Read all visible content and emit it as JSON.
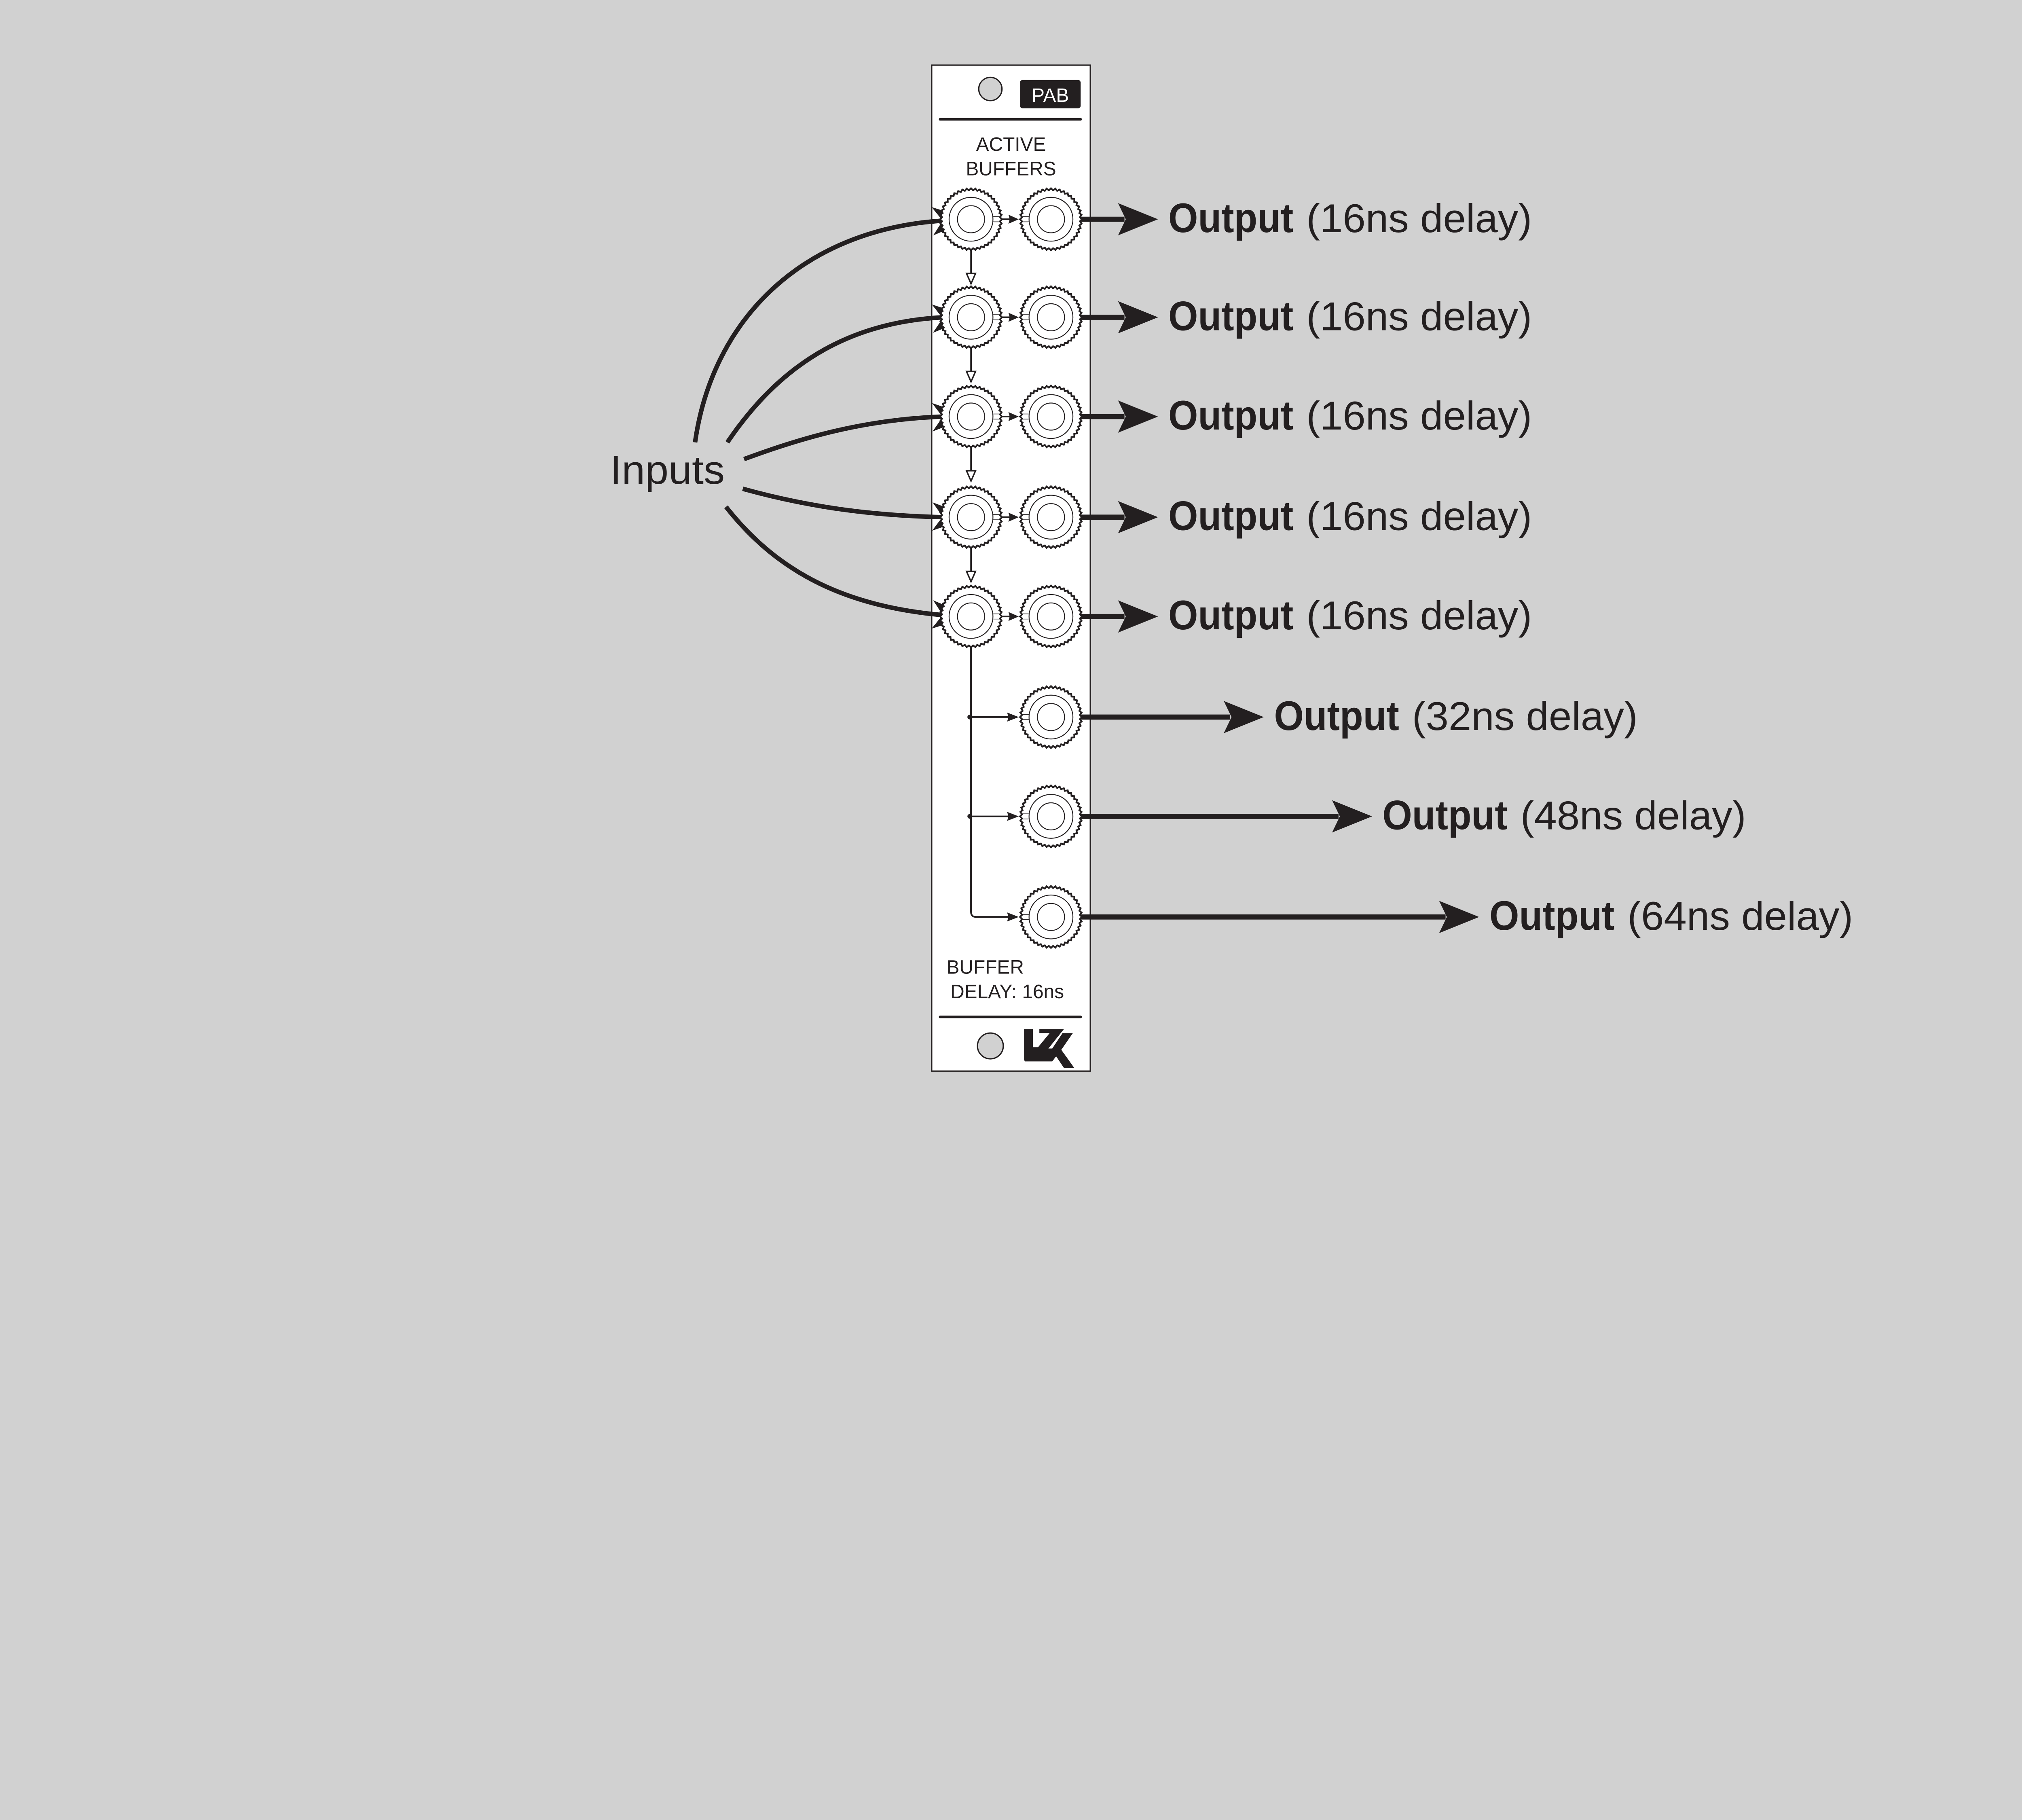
{
  "colors": {
    "background": "#d1d1d1",
    "ink": "#231f20",
    "panel": "#ffffff",
    "screw": "#d1d1d1"
  },
  "panel": {
    "badge": "PAB",
    "title_line1": "ACTIVE",
    "title_line2": "BUFFERS",
    "footer_line1": "BUFFER",
    "footer_line2": "DELAY: 16ns",
    "logo": "LZX"
  },
  "inputs_label": "Inputs",
  "outputs": [
    {
      "label": "Output",
      "delay": "(16ns  delay)"
    },
    {
      "label": "Output",
      "delay": "(16ns  delay)"
    },
    {
      "label": "Output",
      "delay": "(16ns  delay)"
    },
    {
      "label": "Output",
      "delay": "(16ns  delay)"
    },
    {
      "label": "Output",
      "delay": "(16ns  delay)"
    },
    {
      "label": "Output",
      "delay": "(32ns  delay)"
    },
    {
      "label": "Output",
      "delay": "(48ns  delay)"
    },
    {
      "label": "Output",
      "delay": "(64ns  delay)"
    }
  ]
}
